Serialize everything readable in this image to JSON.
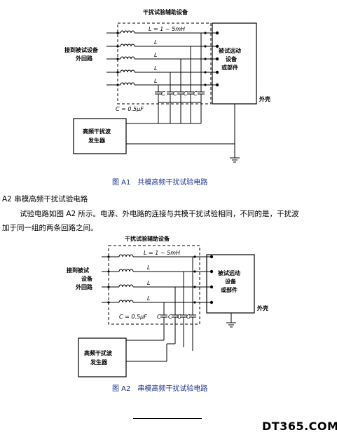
{
  "figure1": {
    "aux_label": "干扰试验辅助设备",
    "inductor_label": "L = 1 ~ 5mH",
    "inductor_short": "L",
    "input_label_lines": [
      "接到被试设备",
      "外回路"
    ],
    "device_label_lines": [
      "被试远动",
      "设备",
      "或部件"
    ],
    "enclosure_label": "外壳",
    "cap_label": "C",
    "cap_value": "C = 0.5μF",
    "generator_label_lines": [
      "高频干扰波",
      "发生器"
    ],
    "caption": "图 A1　共模高频干扰试验电路"
  },
  "section": {
    "heading": "A2  串模高频干扰试验电路",
    "paragraph_line1": "试验电路如图 A2 所示。电源、外电路的连接与共模干扰试验相同，不同的是，干扰波",
    "paragraph_line2": "加于同一组的两条回路之间。"
  },
  "figure2": {
    "aux_label": "干扰试验辅助设备",
    "inductor_label": "L = 1 ~ 5mH",
    "inductor_short": "L",
    "input_label_lines": [
      "接到被试",
      "设备",
      "外回路"
    ],
    "device_label_lines": [
      "被试远动",
      "设备",
      "或部件"
    ],
    "enclosure_label": "外壳",
    "cap_label": "C",
    "cap_value": "C = 0.5μF",
    "generator_label_lines": [
      "高频干扰波",
      "发生器"
    ],
    "caption": "图 A2　串模高频干扰试验电路"
  },
  "watermark": "DT365.COM"
}
